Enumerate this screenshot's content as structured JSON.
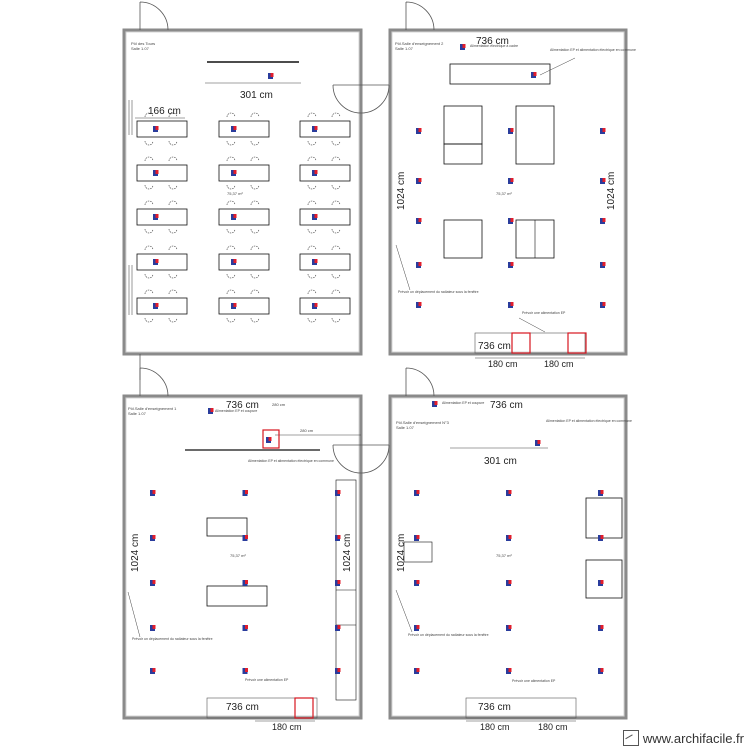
{
  "rooms": [
    {
      "id": "room-1",
      "title_lines": [
        "Pôl des Tours",
        "Salle 1.07"
      ],
      "dims": {
        "top_width": "",
        "left_height": "",
        "wall": "301 cm",
        "bottom": "",
        "left_width": "166 cm",
        "bottom_a": "",
        "bottom_b": ""
      },
      "area": "75,37 m²",
      "labels": []
    },
    {
      "id": "room-2",
      "title_lines": [
        "Pôl.Salle d'enseignement 2",
        "Salle 1.07"
      ],
      "dims": {
        "top_width": "736 cm",
        "left_height": "1024 cm",
        "right_height": "1024 cm",
        "bottom": "736 cm",
        "bottom_a": "180 cm",
        "bottom_b": "180 cm"
      },
      "area": "75,37 m²",
      "labels": [
        "Alimentation électrique à cadre",
        "Alimentation EP et alimentation électrique en commune",
        "Prévoir un déplacement du radiateur sous la fenêtre",
        "Prévoir une alimentation EP"
      ]
    },
    {
      "id": "room-3",
      "title_lines": [
        "Pôl.Salle d'enseignement 1",
        "Salle 1.07"
      ],
      "dims": {
        "top_width": "736 cm",
        "left_height": "1024 cm",
        "right_height": "1024 cm",
        "bottom": "736 cm",
        "bottom_a": "180 cm",
        "side": "280 cm"
      },
      "area": "75,37 m²",
      "labels": [
        "Alimentation EP et coupure",
        "Alimentation EP et alimentation électrique en commune",
        "Prévoir un déplacement du radiateur sous la fenêtre",
        "Prévoir une alimentation EP"
      ]
    },
    {
      "id": "room-4",
      "title_lines": [
        "Pôl.Salle d'enseignement N°3",
        "Salle 1.07"
      ],
      "dims": {
        "top_width": "736 cm",
        "left_height": "1024 cm",
        "wall": "301 cm",
        "bottom": "736 cm",
        "bottom_a": "180 cm",
        "bottom_b": "180 cm"
      },
      "area": "75,37 m²",
      "labels": [
        "Alimentation EP et coupure",
        "Alimentation EP et alimentation électrique en commune",
        "Prévoir un déplacement du radiateur sous la fenêtre",
        "Prévoir une alimentation EP"
      ]
    }
  ],
  "brand": "www.archifacile.fr",
  "colors": {
    "wall": "#8a8a8a",
    "line": "#111111",
    "socket_red": "#e21d2b",
    "socket_blue": "#2a3c9c",
    "highlight": "#d7161f"
  }
}
